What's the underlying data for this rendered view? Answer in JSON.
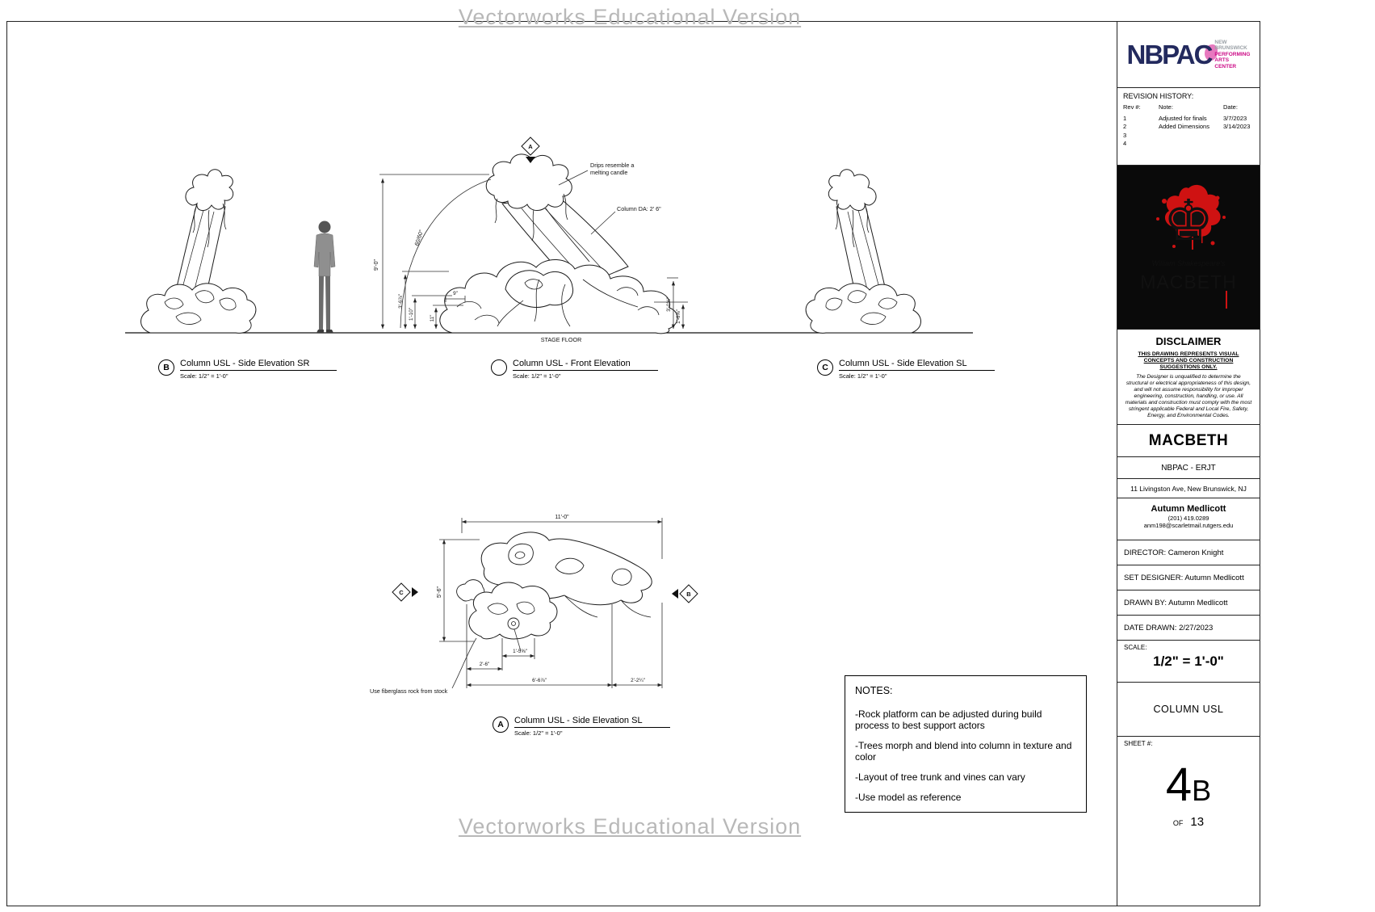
{
  "watermark": "Vectorworks Educational Version",
  "markers": {
    "top": "A",
    "left": "C",
    "right": "B"
  },
  "views": {
    "b": {
      "letter": "B",
      "title": "Column USL - Side Elevation SR",
      "scale": "Scale: 1/2\" = 1'-0\""
    },
    "front": {
      "letter": "",
      "title": "Column USL - Front Elevation",
      "scale": "Scale: 1/2\" = 1'-0\""
    },
    "c": {
      "letter": "C",
      "title": "Column USL - Side Elevation SL",
      "scale": "Scale: 1/2\" = 1'-0\""
    },
    "a": {
      "letter": "A",
      "title": "Column USL - Side Elevation SL",
      "scale": "Scale: 1/2\" = 1'-0\""
    }
  },
  "front_view": {
    "stage_floor": "STAGE FLOOR",
    "note_drips1": "Drips resemble a",
    "note_drips2": "melting candle",
    "note_column": "Column DA: 2' 6\"",
    "dim_height": "9'-0\"",
    "dim_angle": "60/60°",
    "dim_a": "3'-6⅞\"",
    "dim_b": "1'-10\"",
    "dim_c": "11\"",
    "dim_d": "9\"",
    "dim_e": "3'-0⅝\"",
    "dim_f": "1'-6⅝\""
  },
  "plan_view": {
    "dim_width": "11'-0\"",
    "dim_depth": "5'-6\"",
    "dim_a": "2'-6\"",
    "dim_b": "1'-5⅝\"",
    "dim_c": "6'-6⅞\"",
    "dim_d": "2'-2¼\"",
    "note_rock": "Use fiberglass rock from stock"
  },
  "notes": {
    "title": "NOTES:",
    "items": [
      "-Rock platform can be adjusted during build process to best support actors",
      "-Trees morph and blend into column in texture and color",
      "-Layout of tree trunk and vines can vary",
      "-Use model as reference"
    ]
  },
  "titleblock": {
    "logo": {
      "acronym": "NBPAC",
      "line1": "NEW",
      "line2": "BRUNSWICK",
      "line3": "PERFORMING",
      "line4": "ARTS",
      "line5": "CENTER"
    },
    "revision": {
      "title": "REVISION HISTORY:",
      "col_rev": "Rev #:",
      "col_note": "Note:",
      "col_date": "Date:",
      "rows": [
        {
          "rev": "1",
          "note": "Adjusted for finals",
          "date": "3/7/2023"
        },
        {
          "rev": "2",
          "note": "Added Dimensions",
          "date": "3/14/2023"
        },
        {
          "rev": "3",
          "note": "",
          "date": ""
        },
        {
          "rev": "4",
          "note": "",
          "date": ""
        }
      ]
    },
    "poster": {
      "king": "♚",
      "byline": "William Shakespeare's",
      "title": "MACBETH"
    },
    "disclaimer": {
      "title": "DISCLAIMER",
      "lead": "THIS DRAWING REPRESENTS VISUAL CONCEPTS AND CONSTRUCTION SUGGESTIONS ONLY.",
      "body": "The Designer is unqualified to determine the structural or electrical appropriateness of this design, and will not assume responsibility for improper engineering, construction, handling, or use.  All materials and construction must comply with the most stringent applicable Federal and Local Fire, Safety, Energy, and Environmental Codes."
    },
    "show_title": "MACBETH",
    "venue": "NBPAC - ERJT",
    "address": "11 Livingston Ave, New Brunswick, NJ",
    "designer_name": "Autumn Medlicott",
    "designer_phone": "(201) 419.0289",
    "designer_email": "anm198@scarletmail.rutgers.edu",
    "director": "DIRECTOR: Cameron Knight",
    "set_designer": "SET DESIGNER: Autumn Medlicott",
    "drawn_by": "DRAWN BY: Autumn Medlicott",
    "date_drawn": "DATE DRAWN:  2/27/2023",
    "scale_label": "SCALE:",
    "scale_value": "1/2\" = 1'-0\"",
    "sheet_title": "COLUMN USL",
    "sheet_label": "SHEET #:",
    "sheet_num": "4",
    "sheet_sub": "B",
    "of_label": "OF",
    "of_total": "13"
  }
}
